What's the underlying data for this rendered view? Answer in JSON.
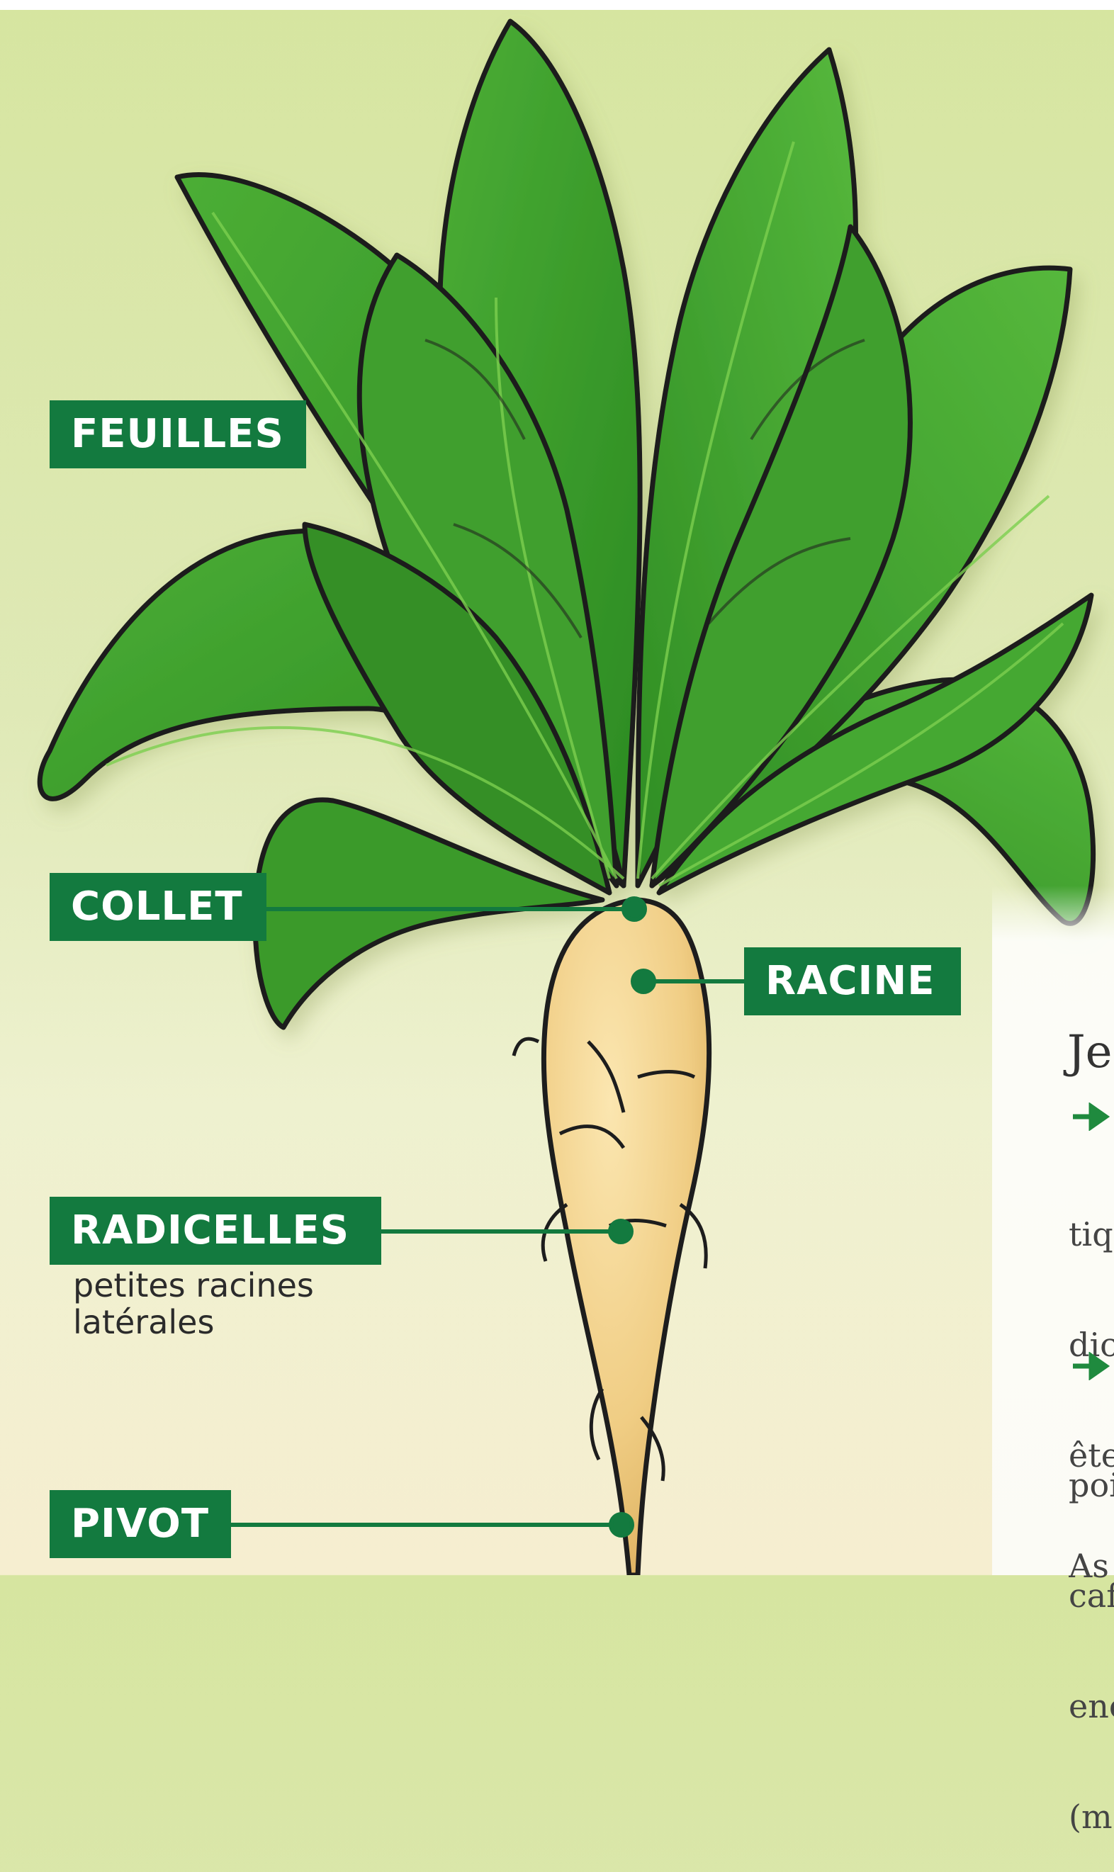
{
  "labels": {
    "feuilles": "FEUILLES",
    "collet": "COLLET",
    "racine": "RACINE",
    "radicelles": "RADICELLES",
    "radicelles_desc_line1": "petites racines",
    "radicelles_desc_line2": "latérales",
    "pivot": "PIVOT"
  },
  "side_panel": {
    "title": "Je",
    "para1_lines": [
      "tiq",
      "dic",
      "ête",
      "As"
    ],
    "para2_lines": [
      "poi",
      "caf",
      "enc",
      "(m"
    ]
  },
  "colors": {
    "label_bg": "#137a3f",
    "leaf": "#3a9a2a",
    "leaf_dark": "#237a1c",
    "root": "#efc97a",
    "arrow": "#1f8a3e"
  }
}
